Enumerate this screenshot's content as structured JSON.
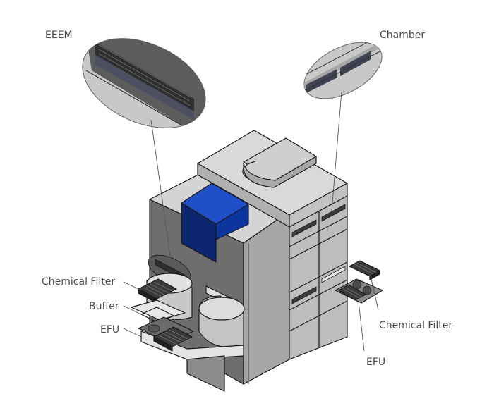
{
  "diagram": {
    "type": "isometric-equipment-illustration",
    "labels": {
      "eeem": "EEEM",
      "chamber": "Chamber",
      "chemical_filter_left": "Chemical Filter",
      "buffer": "Buffer",
      "efu_left": "EFU",
      "chemical_filter_right": "Chemical Filter",
      "efu_right": "EFU"
    },
    "colors": {
      "background": "#ffffff",
      "label_text": "#4a4a4a",
      "accent_block_top": "#2050c8",
      "accent_block_front": "#0c2670",
      "accent_block_side": "#0d35a0",
      "body_light": "#d4d4d4",
      "body_mid": "#a6a6a6",
      "body_dark": "#6e6e6e",
      "filter_dark": "#3a3a3a"
    }
  }
}
